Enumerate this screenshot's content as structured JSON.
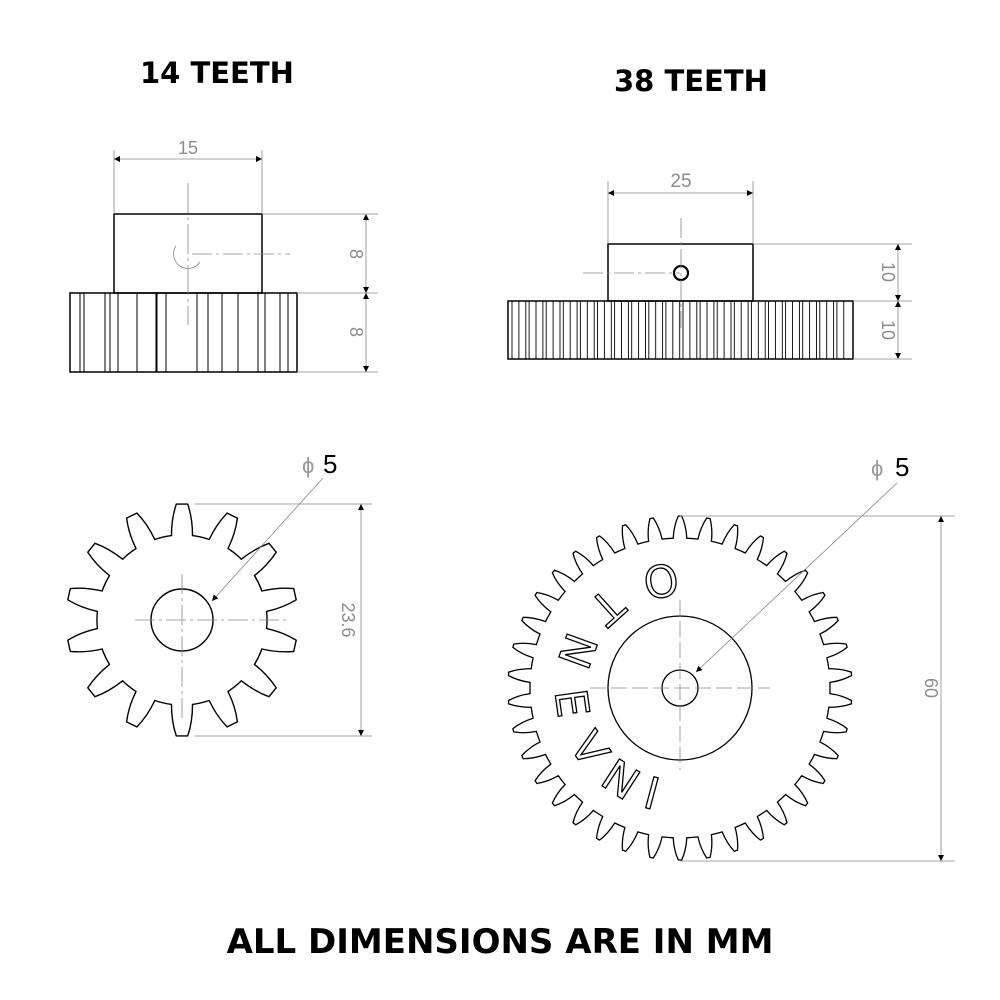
{
  "gears": [
    {
      "title": "14 TEETH",
      "teeth": 14,
      "side_view": {
        "hub_width": "15",
        "hub_height": "8",
        "gear_height": "8"
      },
      "front_view": {
        "bore_diameter": "5",
        "diameter_symbol": "ϕ",
        "outer_diameter": "23.6"
      }
    },
    {
      "title": "38 TEETH",
      "teeth": 38,
      "side_view": {
        "hub_width": "25",
        "hub_height": "10",
        "gear_height": "10"
      },
      "front_view": {
        "bore_diameter": "5",
        "diameter_symbol": "ϕ",
        "outer_diameter": "60",
        "engraving": "INVENTO",
        "letters": [
          "I",
          "N",
          "V",
          "E",
          "N",
          "T",
          "O"
        ]
      }
    }
  ],
  "footer": "ALL DIMENSIONS ARE IN MM",
  "colors": {
    "line": "#000000",
    "dimension": "#8c8c8c"
  }
}
